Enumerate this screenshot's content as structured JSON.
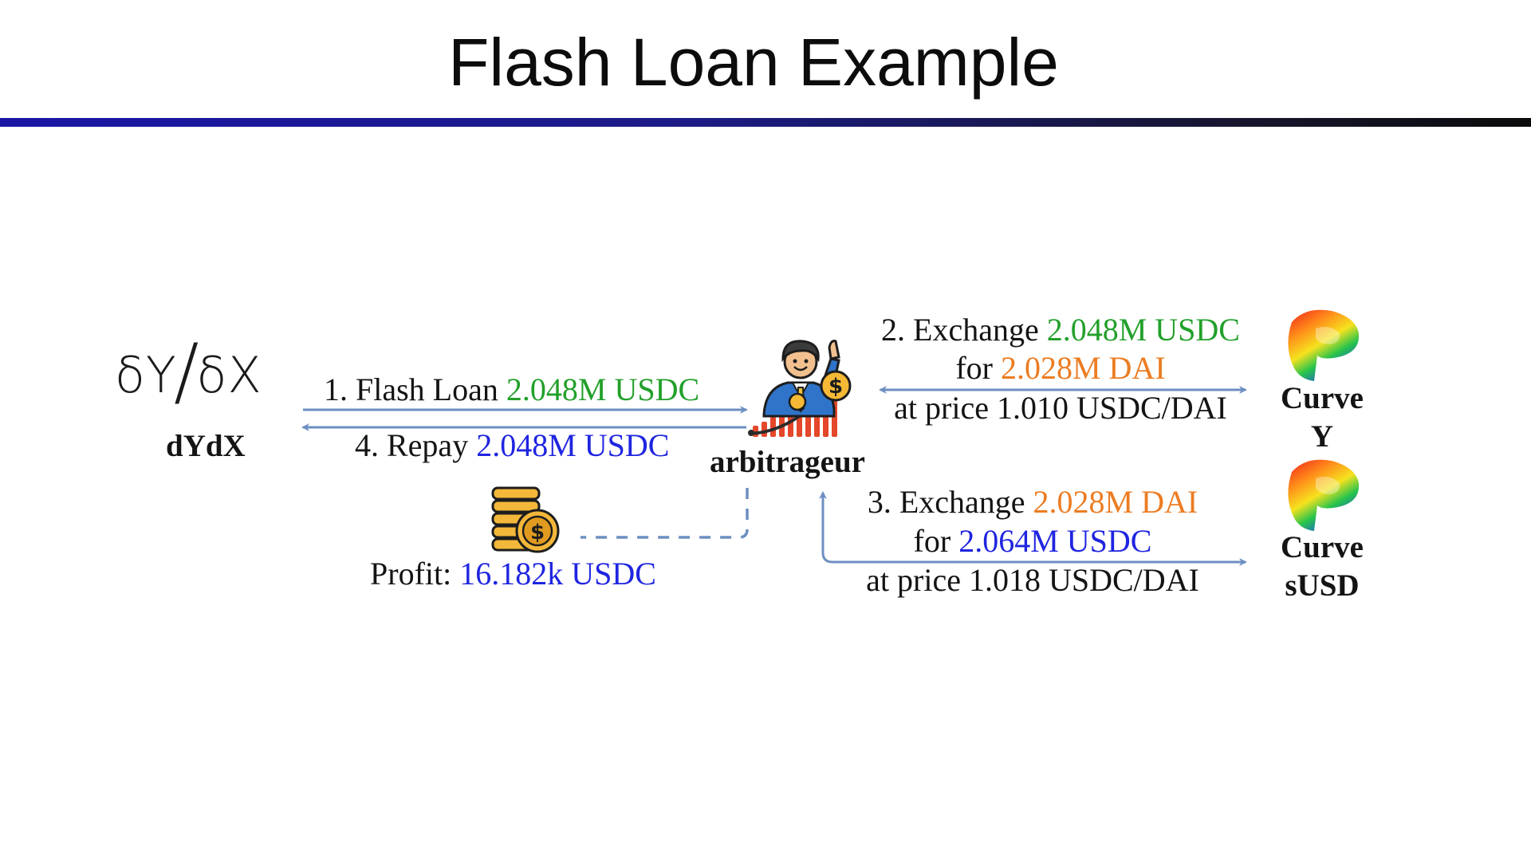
{
  "title": "Flash Loan Example",
  "colors": {
    "title_rule": "#1a17a6",
    "green": "#22a02a",
    "orange": "#ec7c22",
    "blue": "#1f25e0",
    "arrow": "#6d8fc2",
    "text": "#141414"
  },
  "dydx": {
    "logo_text": "δY/δX",
    "label": "dYdX"
  },
  "arbitrageur": {
    "label": "arbitrageur",
    "icon": "trader-icon"
  },
  "flash_loan": {
    "prefix": "1. Flash Loan ",
    "amount": "2.048M USDC"
  },
  "repay": {
    "prefix": "4. Repay ",
    "amount": "2.048M USDC"
  },
  "profit": {
    "prefix": "Profit: ",
    "amount": "16.182k USDC",
    "icon": "coins-icon"
  },
  "exchange_y": {
    "line1_prefix": "2. Exchange ",
    "line1_amount": "2.048M USDC",
    "line2_prefix": "for ",
    "line2_amount": "2.028M DAI",
    "line3": "at price 1.010 USDC/DAI"
  },
  "exchange_susd": {
    "line1_prefix": "3. Exchange ",
    "line1_amount": "2.028M DAI",
    "line2_prefix": "for ",
    "line2_amount": "2.064M USDC",
    "line3": "at price 1.018 USDC/DAI"
  },
  "curve_y": {
    "name": "Curve",
    "pool": "Y",
    "icon": "curve-logo-icon"
  },
  "curve_susd": {
    "name": "Curve",
    "pool": "sUSD",
    "icon": "curve-logo-icon"
  }
}
